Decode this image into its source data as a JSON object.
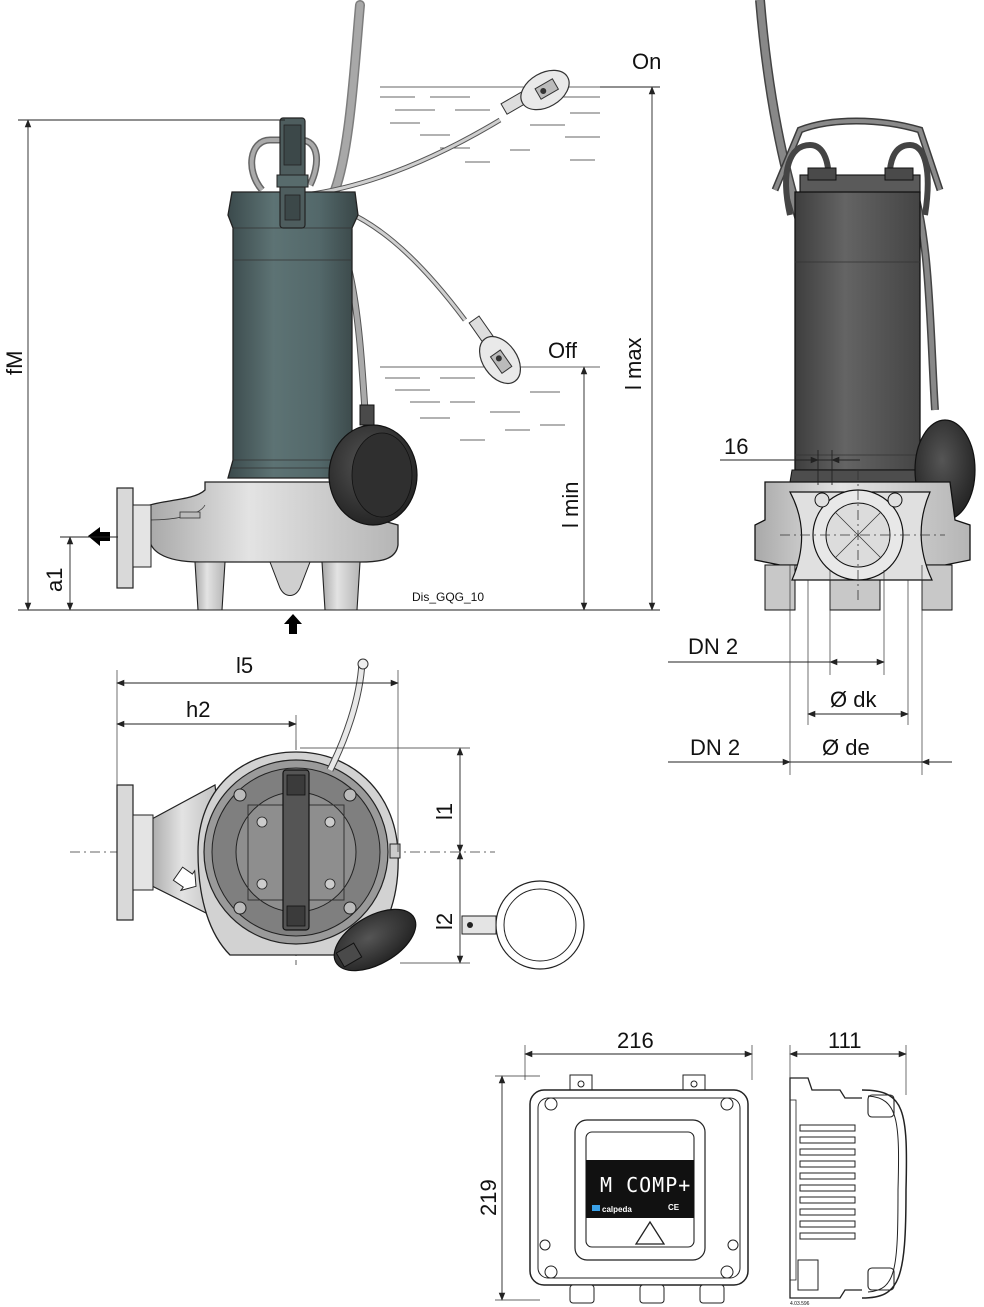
{
  "colors": {
    "motor_body": "#53686a",
    "motor_body_dark": "#3b4a4c",
    "pump_casing": "#d6d6d6",
    "float": "#3a3a3a",
    "cable": "#9a9a9a",
    "side_motor": "#5a5a5a",
    "control_panel": "#111111",
    "control_panel_accent": "#3aa1e8"
  },
  "front_view": {
    "label_on": "On",
    "label_off": "Off",
    "label_fM": "fM",
    "label_a1": "a1",
    "label_lmin": "l min",
    "label_lmax": "l max",
    "drawing_code": "Dis_GQG_10"
  },
  "side_view": {
    "label_16": "16",
    "label_dn2_upper": "DN 2",
    "label_dk": "Ø dk",
    "label_dn2_lower": "DN 2",
    "label_de": "Ø de"
  },
  "top_view": {
    "label_l5": "l5",
    "label_h2": "h2",
    "label_l1": "l1",
    "label_l2": "l2"
  },
  "control_box": {
    "width_label": "216",
    "height_label": "219",
    "depth_label": "111",
    "display_text": "M COMP+",
    "brand_name": "calpeda",
    "ce_mark": "CE",
    "code": "4.03.596"
  },
  "icons": {
    "flow_out": "arrow-left-icon",
    "flow_in": "arrow-up-icon",
    "warning": "warning-triangle-icon"
  }
}
